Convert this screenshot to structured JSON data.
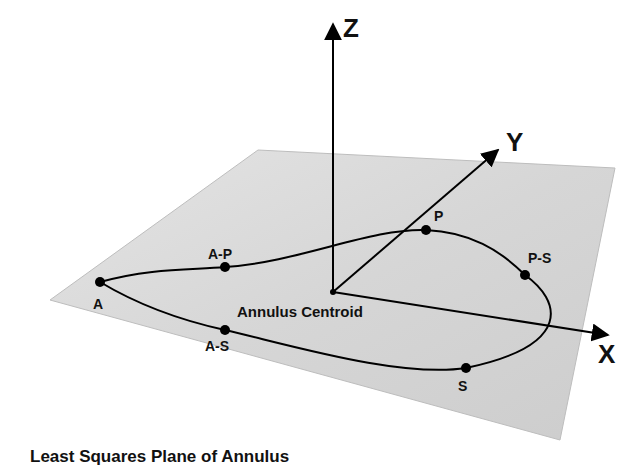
{
  "diagram": {
    "caption": "Least Squares Plane of Annulus",
    "labels": [
      "Z",
      "Y",
      "X",
      "A",
      "A-P",
      "P",
      "P-S",
      "S",
      "A-S",
      "Annulus Centroid"
    ]
  }
}
